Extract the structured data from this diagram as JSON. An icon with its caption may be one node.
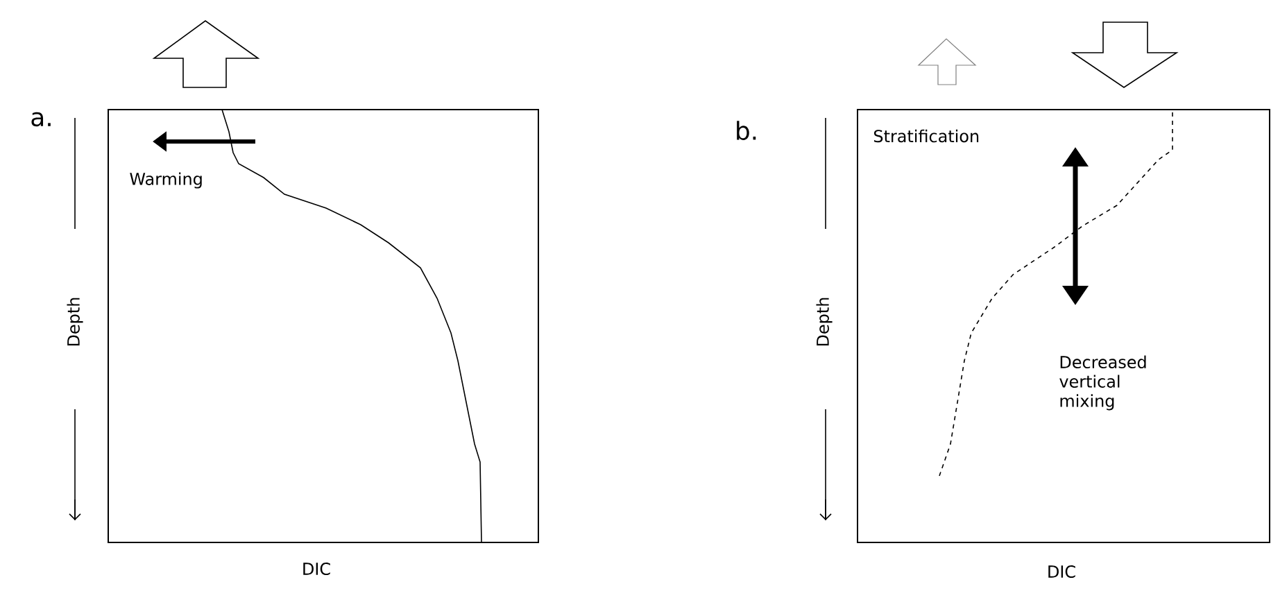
{
  "diagram": {
    "labels": [
      "a.",
      "Warming",
      "Depth",
      "DIC",
      "b.",
      "Stratification",
      "Depth",
      "Decreased vertical mixing",
      "DIC"
    ]
  }
}
